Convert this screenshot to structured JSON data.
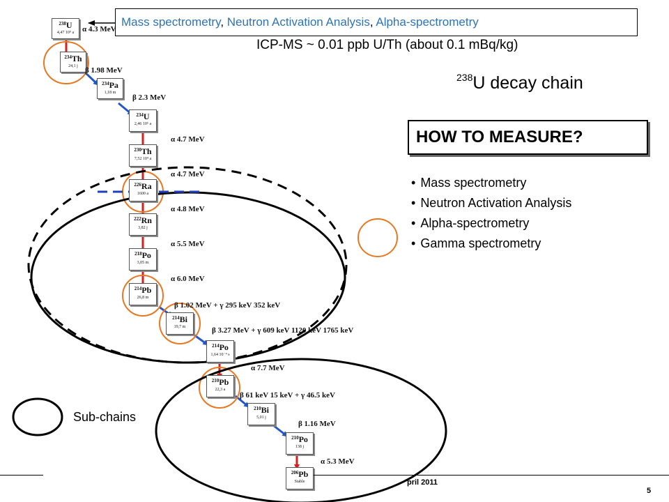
{
  "header": {
    "methods_line": [
      "Mass spectrometry",
      ", ",
      "Neutron Activation Analysis",
      ", ",
      "Alpha-spectrometry"
    ],
    "icp_ms": "ICP-MS ~ 0.01 ppb U/Th (about 0.1 mBq/kg)"
  },
  "chain_title": {
    "mass": "238",
    "text": "U decay chain"
  },
  "how_to_measure": "HOW TO MEASURE?",
  "methods": [
    "Mass spectrometry",
    "Neutron Activation Analysis",
    "Alpha-spectrometry",
    "Gamma spectrometry"
  ],
  "legend": {
    "sub_chains": "Sub-chains"
  },
  "footer": {
    "date_fragment": "pril 2011",
    "page_number": "5"
  },
  "nuclides": [
    {
      "mass": "238",
      "symbol": "U",
      "half_life": "4,47 10⁹ a"
    },
    {
      "mass": "234",
      "symbol": "Th",
      "half_life": "24,1 j"
    },
    {
      "mass": "234",
      "symbol": "Pa",
      "half_life": "1,18 m"
    },
    {
      "mass": "234",
      "symbol": "U",
      "half_life": "2,46 10⁵ a"
    },
    {
      "mass": "230",
      "symbol": "Th",
      "half_life": "7,52 10⁴ a"
    },
    {
      "mass": "226",
      "symbol": "Ra",
      "half_life": "1600 a"
    },
    {
      "mass": "222",
      "symbol": "Rn",
      "half_life": "3,82 j"
    },
    {
      "mass": "218",
      "symbol": "Po",
      "half_life": "3,05 m"
    },
    {
      "mass": "214",
      "symbol": "Pb",
      "half_life": "26,8 m"
    },
    {
      "mass": "214",
      "symbol": "Bi",
      "half_life": "19,7 m"
    },
    {
      "mass": "214",
      "symbol": "Po",
      "half_life": "1,64 10⁻⁴ s"
    },
    {
      "mass": "210",
      "symbol": "Pb",
      "half_life": "22,3 a"
    },
    {
      "mass": "210",
      "symbol": "Bi",
      "half_life": "5,01 j"
    },
    {
      "mass": "210",
      "symbol": "Po",
      "half_life": "138 j"
    },
    {
      "mass": "206",
      "symbol": "Pb",
      "half_life": "Stable"
    }
  ],
  "decays": [
    {
      "mode": "α",
      "energy": "4.3 MeV"
    },
    {
      "mode": "β",
      "energy": "1.98 MeV"
    },
    {
      "mode": "β",
      "energy": "2.3 MeV"
    },
    {
      "mode": "α",
      "energy": "4.7 MeV"
    },
    {
      "mode": "α",
      "energy": "4.7 MeV"
    },
    {
      "mode": "α",
      "energy": "4.8 MeV"
    },
    {
      "mode": "α",
      "energy": "5.5 MeV"
    },
    {
      "mode": "α",
      "energy": "6.0 MeV"
    },
    {
      "mode": "β",
      "energy": "1.02 MeV   +  γ  295 keV 352 keV"
    },
    {
      "mode": "β",
      "energy": "3.27 MeV   +  γ  609 keV 1120 keV 1765 keV"
    },
    {
      "mode": "α",
      "energy": "7.7 MeV"
    },
    {
      "mode": "β",
      "energy": "61 keV 15 keV   +  γ  46.5 keV"
    },
    {
      "mode": "β",
      "energy": "1.16 MeV"
    },
    {
      "mode": "α",
      "energy": "5.3 MeV"
    }
  ],
  "colors": {
    "accent_blue": "#2e74b5",
    "circle_orange": "#e87722",
    "alpha_arrow": "#d62020",
    "beta_arrow": "#2457c5",
    "dashed_blue": "#1f3fbf"
  }
}
